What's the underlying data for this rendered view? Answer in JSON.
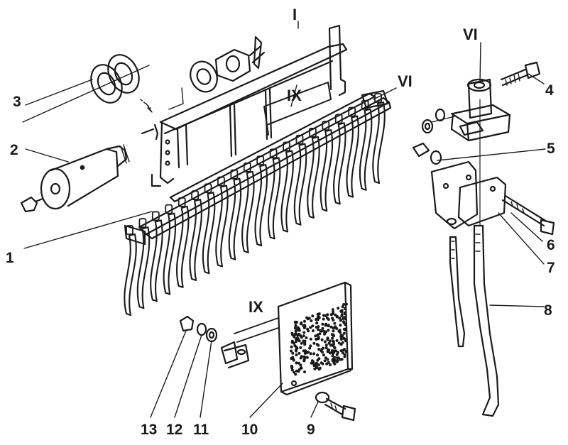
{
  "colors": {
    "ink": "#1a1a1a",
    "paper": "#ffffff"
  },
  "labels": {
    "roman_i": "I",
    "roman_vi_top": "VI",
    "roman_vi_right": "VI",
    "roman_ix_frame": "IX",
    "roman_ix_plate": "IX",
    "n1": "1",
    "n2": "2",
    "n3": "3",
    "n4": "4",
    "n5": "5",
    "n6": "6",
    "n7": "7",
    "n8": "8",
    "n9": "9",
    "n10": "10",
    "n11": "11",
    "n12": "12",
    "n13": "13"
  }
}
